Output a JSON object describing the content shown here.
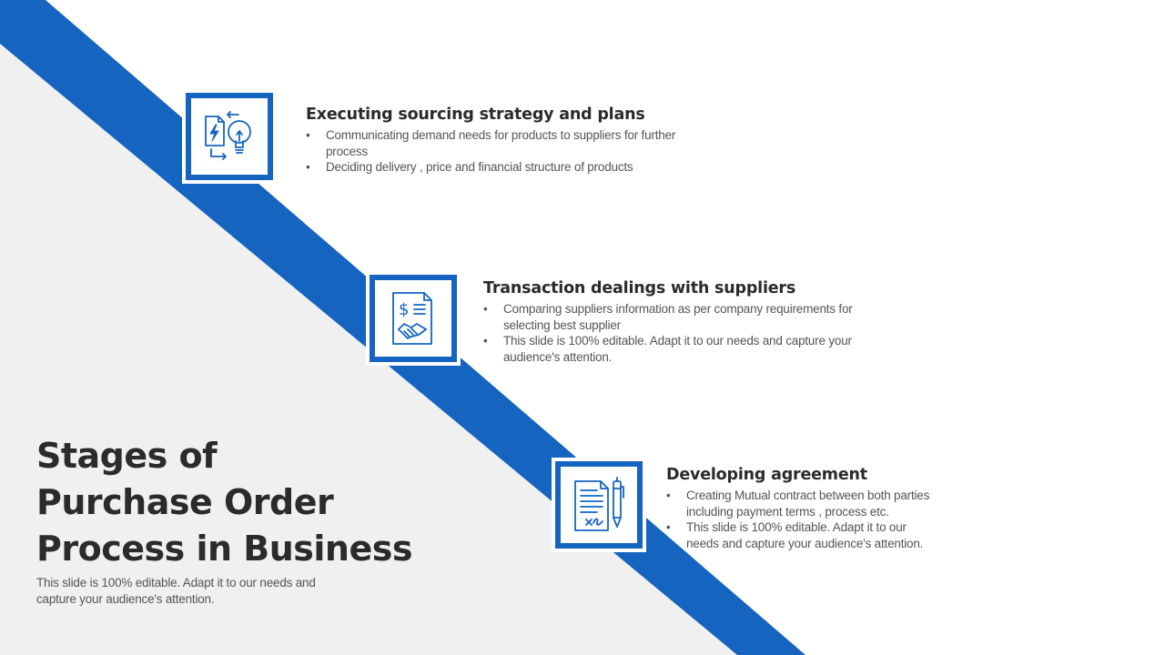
{
  "colors": {
    "accent": "#1565c0",
    "left_panel": "#f0f0f0",
    "text_dark": "#2b2b2b",
    "text_muted": "#555555"
  },
  "title": {
    "lines": [
      "Stages of",
      "Purchase Order",
      "Process in Business"
    ],
    "subtitle": "This slide is 100% editable. Adapt it to our needs and capture your audience's attention."
  },
  "stages": [
    {
      "icon": "strategy-bulb-icon",
      "title": "Executing sourcing strategy and plans",
      "bullets": [
        "Communicating demand needs for products to suppliers for further process",
        "Deciding delivery , price and financial structure of products"
      ]
    },
    {
      "icon": "handshake-dollar-icon",
      "title": "Transaction dealings with suppliers",
      "bullets": [
        "Comparing suppliers information as per company requirements for selecting best supplier",
        "This slide is 100% editable. Adapt it to our needs and capture your audience's attention."
      ]
    },
    {
      "icon": "contract-pen-icon",
      "title": "Developing agreement",
      "bullets": [
        "Creating Mutual contract between both parties including  payment terms , process etc.",
        "This slide is 100% editable. Adapt it to our needs and capture your audience's attention."
      ]
    }
  ],
  "bullet_glyph": "•"
}
